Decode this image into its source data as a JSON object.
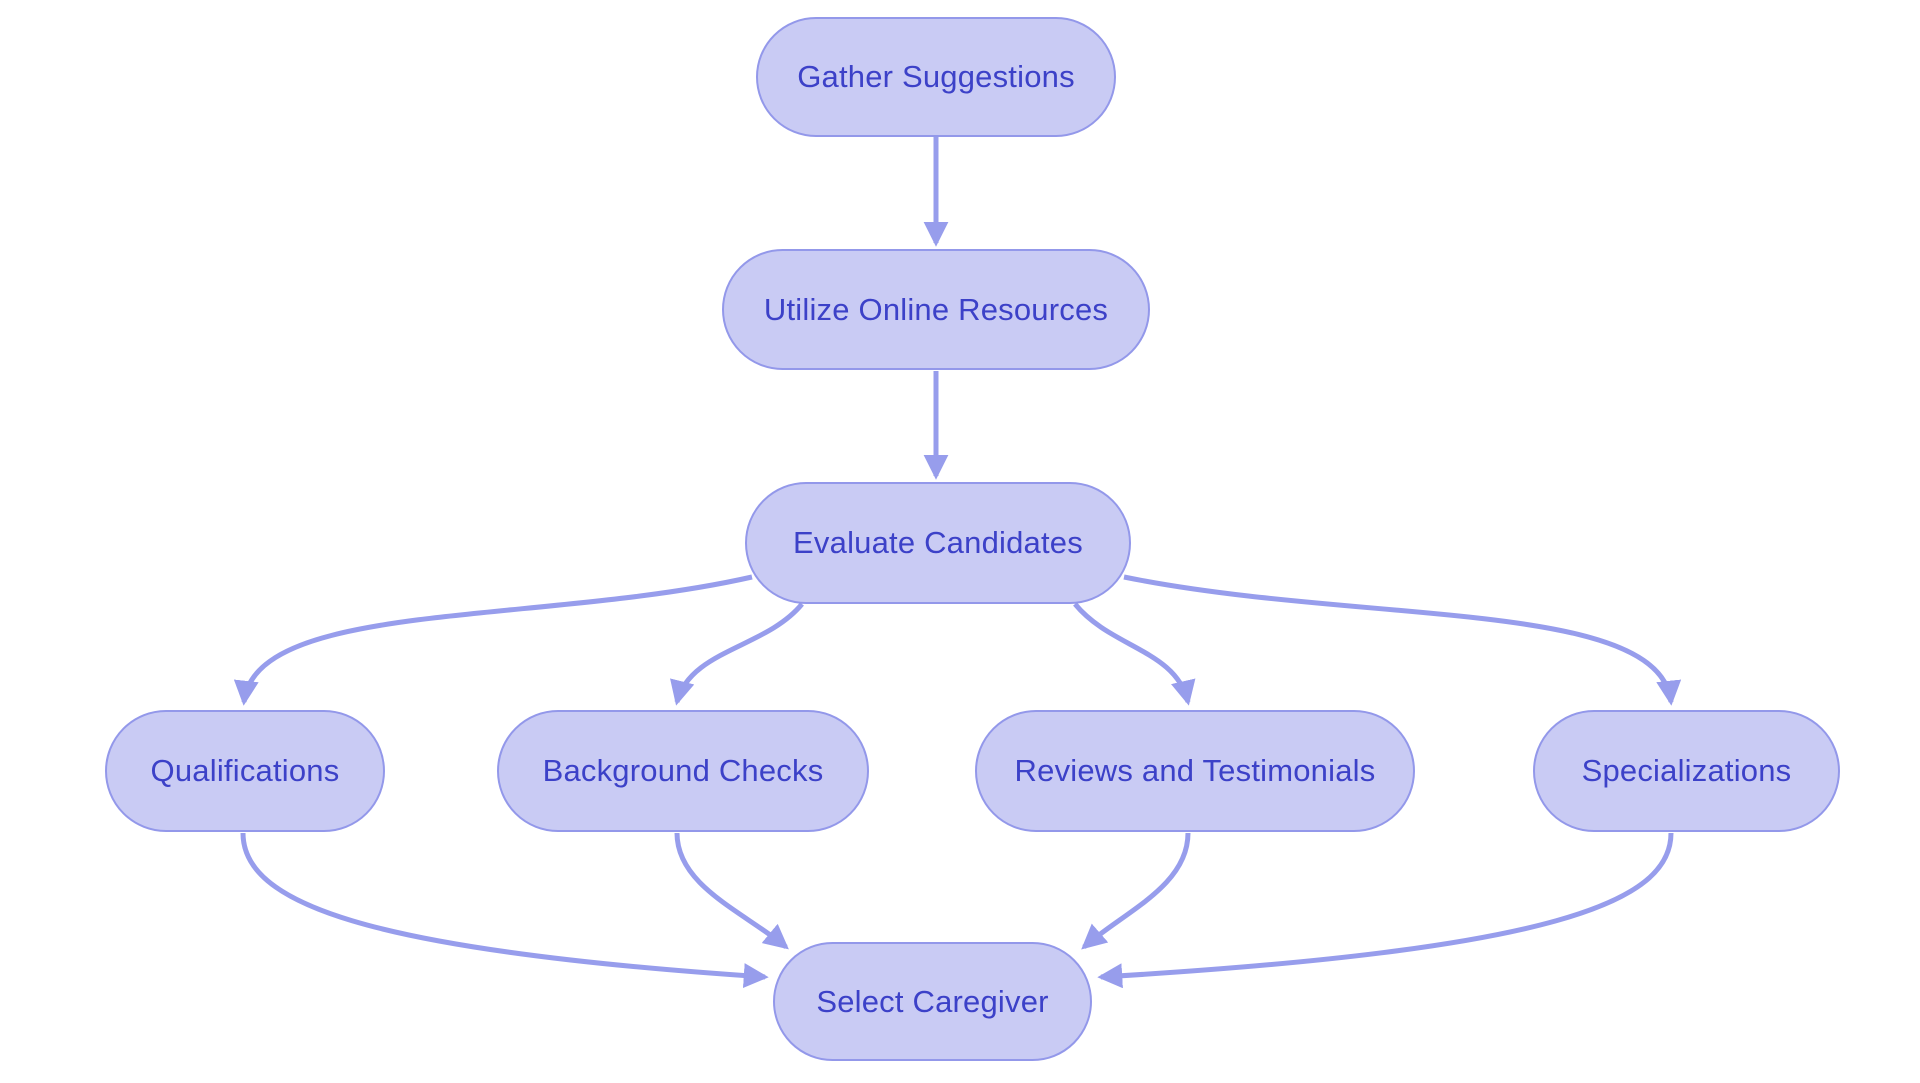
{
  "diagram": {
    "type": "flowchart",
    "direction": "top-down",
    "nodes": [
      {
        "id": "gather",
        "label": "Gather Suggestions"
      },
      {
        "id": "utilize",
        "label": "Utilize Online Resources"
      },
      {
        "id": "evaluate",
        "label": "Evaluate Candidates"
      },
      {
        "id": "qualifications",
        "label": "Qualifications"
      },
      {
        "id": "background",
        "label": "Background Checks"
      },
      {
        "id": "reviews",
        "label": "Reviews and Testimonials"
      },
      {
        "id": "specializations",
        "label": "Specializations"
      },
      {
        "id": "select",
        "label": "Select Caregiver"
      }
    ],
    "edges": [
      {
        "from": "gather",
        "to": "utilize"
      },
      {
        "from": "utilize",
        "to": "evaluate"
      },
      {
        "from": "evaluate",
        "to": "qualifications"
      },
      {
        "from": "evaluate",
        "to": "background"
      },
      {
        "from": "evaluate",
        "to": "reviews"
      },
      {
        "from": "evaluate",
        "to": "specializations"
      },
      {
        "from": "qualifications",
        "to": "select"
      },
      {
        "from": "background",
        "to": "select"
      },
      {
        "from": "reviews",
        "to": "select"
      },
      {
        "from": "specializations",
        "to": "select"
      }
    ],
    "colors": {
      "node_fill": "#c9cbf4",
      "node_border": "#9398ea",
      "node_text": "#3c41c8",
      "arrow": "#979dec",
      "background": "#ffffff"
    }
  }
}
